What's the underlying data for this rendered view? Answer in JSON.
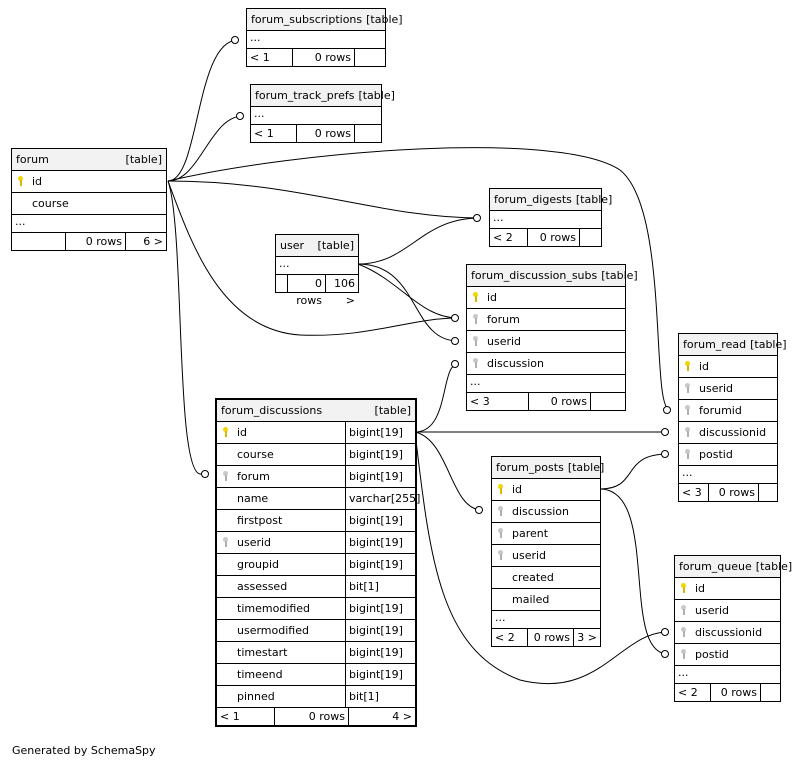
{
  "footer": {
    "generated": "Generated by SchemaSpy"
  },
  "tables": {
    "forum_subscriptions": {
      "name": "forum_subscriptions",
      "kind": "[table]",
      "ellipsis": "...",
      "parents": "< 1",
      "rows": "0 rows",
      "children": ""
    },
    "forum_track_prefs": {
      "name": "forum_track_prefs",
      "kind": "[table]",
      "ellipsis": "...",
      "parents": "< 1",
      "rows": "0 rows",
      "children": ""
    },
    "forum": {
      "name": "forum",
      "kind": "[table]",
      "cols": [
        "id",
        "course"
      ],
      "ellipsis": "...",
      "parents": "",
      "rows": "0 rows",
      "children": "6 >"
    },
    "forum_digests": {
      "name": "forum_digests",
      "kind": "[table]",
      "ellipsis": "...",
      "parents": "< 2",
      "rows": "0 rows",
      "children": ""
    },
    "user": {
      "name": "user",
      "kind": "[table]",
      "ellipsis": "...",
      "parents": "",
      "rows": "0 rows",
      "children": "106 >"
    },
    "forum_discussion_subs": {
      "name": "forum_discussion_subs",
      "kind": "[table]",
      "cols": [
        "id",
        "forum",
        "userid",
        "discussion"
      ],
      "ellipsis": "...",
      "parents": "< 3",
      "rows": "0 rows",
      "children": ""
    },
    "forum_read": {
      "name": "forum_read",
      "kind": "[table]",
      "cols": [
        "id",
        "userid",
        "forumid",
        "discussionid",
        "postid"
      ],
      "ellipsis": "...",
      "parents": "< 3",
      "rows": "0 rows",
      "children": ""
    },
    "forum_discussions": {
      "name": "forum_discussions",
      "kind": "[table]",
      "cols": [
        {
          "name": "id",
          "type": "bigint[19]"
        },
        {
          "name": "course",
          "type": "bigint[19]"
        },
        {
          "name": "forum",
          "type": "bigint[19]"
        },
        {
          "name": "name",
          "type": "varchar[255]"
        },
        {
          "name": "firstpost",
          "type": "bigint[19]"
        },
        {
          "name": "userid",
          "type": "bigint[19]"
        },
        {
          "name": "groupid",
          "type": "bigint[19]"
        },
        {
          "name": "assessed",
          "type": "bit[1]"
        },
        {
          "name": "timemodified",
          "type": "bigint[19]"
        },
        {
          "name": "usermodified",
          "type": "bigint[19]"
        },
        {
          "name": "timestart",
          "type": "bigint[19]"
        },
        {
          "name": "timeend",
          "type": "bigint[19]"
        },
        {
          "name": "pinned",
          "type": "bit[1]"
        }
      ],
      "parents": "< 1",
      "rows": "0 rows",
      "children": "4 >"
    },
    "forum_posts": {
      "name": "forum_posts",
      "kind": "[table]",
      "cols": [
        "id",
        "discussion",
        "parent",
        "userid",
        "created",
        "mailed"
      ],
      "ellipsis": "...",
      "parents": "< 2",
      "rows": "0 rows",
      "children": "3 >"
    },
    "forum_queue": {
      "name": "forum_queue",
      "kind": "[table]",
      "cols": [
        "id",
        "userid",
        "discussionid",
        "postid"
      ],
      "ellipsis": "...",
      "parents": "< 2",
      "rows": "0 rows",
      "children": ""
    }
  }
}
